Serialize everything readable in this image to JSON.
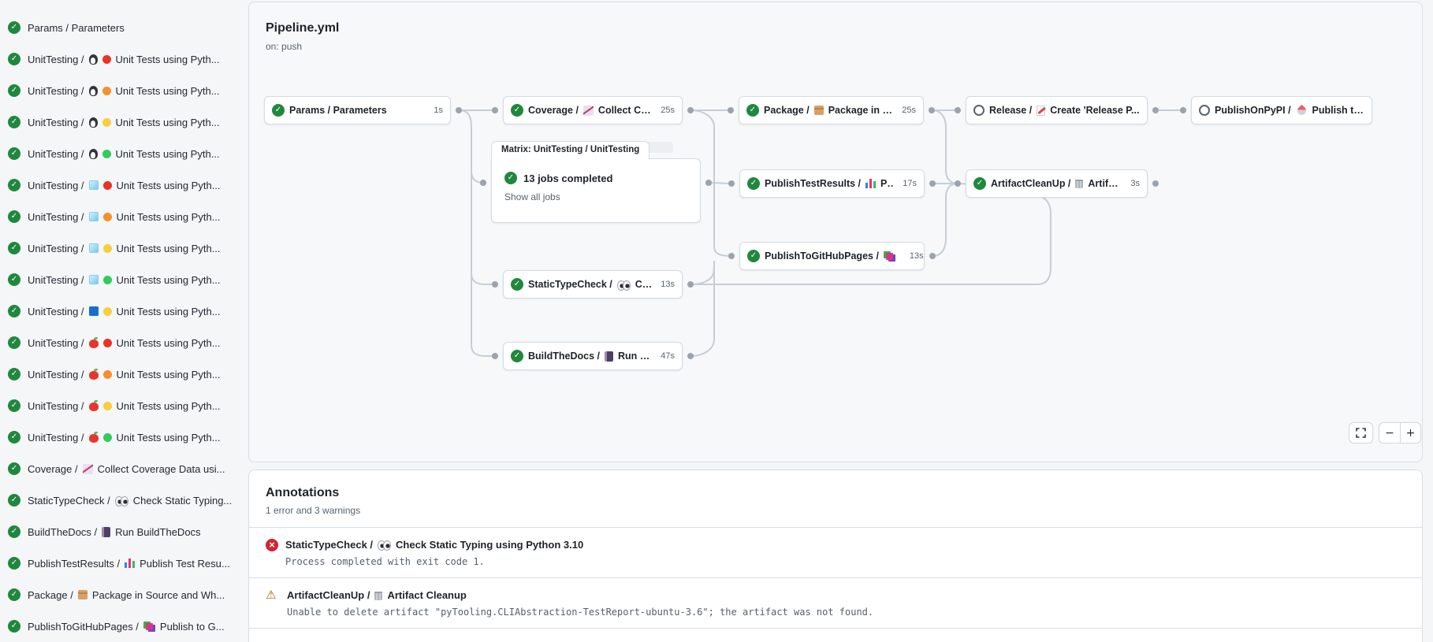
{
  "colors": {
    "success_green": "#1f883d",
    "error_red": "#d1242f",
    "warning_yellow": "#9a6700",
    "edge_gray": "#c8cdd4",
    "panel_bg": "#f6f8fa"
  },
  "sidebar": {
    "items": [
      {
        "status": "success",
        "prefix": "Params / Parameters",
        "icon": null,
        "dot_color": null,
        "label": null
      },
      {
        "status": "success",
        "prefix": "UnitTesting /",
        "icon": "penguin",
        "dot_color": "#ea3323",
        "label": "Unit Tests using Pyth..."
      },
      {
        "status": "success",
        "prefix": "UnitTesting /",
        "icon": "penguin",
        "dot_color": "#f6902a",
        "label": "Unit Tests using Pyth..."
      },
      {
        "status": "success",
        "prefix": "UnitTesting /",
        "icon": "penguin",
        "dot_color": "#f7ce3c",
        "label": "Unit Tests using Pyth..."
      },
      {
        "status": "success",
        "prefix": "UnitTesting /",
        "icon": "penguin",
        "dot_color": "#31cc5b",
        "label": "Unit Tests using Pyth..."
      },
      {
        "status": "success",
        "prefix": "UnitTesting /",
        "icon": "ice-cube",
        "dot_color": "#ea3323",
        "label": "Unit Tests using Pyth..."
      },
      {
        "status": "success",
        "prefix": "UnitTesting /",
        "icon": "ice-cube",
        "dot_color": "#f6902a",
        "label": "Unit Tests using Pyth..."
      },
      {
        "status": "success",
        "prefix": "UnitTesting /",
        "icon": "ice-cube",
        "dot_color": "#f7ce3c",
        "label": "Unit Tests using Pyth..."
      },
      {
        "status": "success",
        "prefix": "UnitTesting /",
        "icon": "ice-cube",
        "dot_color": "#31cc5b",
        "label": "Unit Tests using Pyth..."
      },
      {
        "status": "success",
        "prefix": "UnitTesting /",
        "icon": "blue-square",
        "dot_color": "#f7ce3c",
        "label": "Unit Tests using Pyth..."
      },
      {
        "status": "success",
        "prefix": "UnitTesting /",
        "icon": "red-apple",
        "dot_color": "#ea3323",
        "label": "Unit Tests using Pyth..."
      },
      {
        "status": "success",
        "prefix": "UnitTesting /",
        "icon": "red-apple",
        "dot_color": "#f6902a",
        "label": "Unit Tests using Pyth..."
      },
      {
        "status": "success",
        "prefix": "UnitTesting /",
        "icon": "red-apple",
        "dot_color": "#f7ce3c",
        "label": "Unit Tests using Pyth..."
      },
      {
        "status": "success",
        "prefix": "UnitTesting /",
        "icon": "red-apple",
        "dot_color": "#31cc5b",
        "label": "Unit Tests using Pyth..."
      },
      {
        "status": "success",
        "prefix": "Coverage /",
        "icon": "chart-increasing",
        "dot_color": null,
        "label": "Collect Coverage Data usi..."
      },
      {
        "status": "success",
        "prefix": "StaticTypeCheck /",
        "icon": "eyes",
        "dot_color": null,
        "label": "Check Static Typing..."
      },
      {
        "status": "success",
        "prefix": "BuildTheDocs /",
        "icon": "notebook",
        "dot_color": null,
        "label": "Run BuildTheDocs"
      },
      {
        "status": "success",
        "prefix": "PublishTestResults /",
        "icon": "bar-chart",
        "dot_color": null,
        "label": "Publish Test Resu..."
      },
      {
        "status": "success",
        "prefix": "Package /",
        "icon": "package",
        "dot_color": null,
        "label": "Package in Source and Wh..."
      },
      {
        "status": "success",
        "prefix": "PublishToGitHubPages /",
        "icon": "layers",
        "dot_color": null,
        "label": "Publish to G..."
      }
    ]
  },
  "pipeline": {
    "title": "Pipeline.yml",
    "trigger": "on: push",
    "matrix": {
      "tab": "Matrix: UnitTesting / UnitTesting",
      "summary": "13 jobs completed",
      "link": "Show all jobs"
    },
    "nodes": {
      "params": {
        "status": "success",
        "name": "Params / Parameters",
        "icon": null,
        "title": "",
        "duration": "1s"
      },
      "coverage": {
        "status": "success",
        "name": "Coverage /",
        "icon": "chart-increasing",
        "title": "Collect Cove...",
        "duration": "25s"
      },
      "package": {
        "status": "success",
        "name": "Package /",
        "icon": "package",
        "title": "Package in So...",
        "duration": "25s"
      },
      "release": {
        "status": "skipped",
        "name": "Release /",
        "icon": "memo",
        "title": "Create 'Release P...",
        "duration": ""
      },
      "publishOnPyPI": {
        "status": "skipped",
        "name": "PublishOnPyPI /",
        "icon": "rocket",
        "title": "Publish to ...",
        "duration": ""
      },
      "publishTestResults": {
        "status": "success",
        "name": "PublishTestResults /",
        "icon": "bar-chart",
        "title": "Pu...",
        "duration": "17s"
      },
      "artifactCleanUp": {
        "status": "success",
        "name": "ArtifactCleanUp /",
        "icon": "wastebasket",
        "title": "Artifac...",
        "duration": "3s"
      },
      "publishToGitHubPages": {
        "status": "success",
        "name": "PublishToGitHubPages /",
        "icon": "layers",
        "title": "...",
        "duration": "13s"
      },
      "staticTypeCheck": {
        "status": "success",
        "name": "StaticTypeCheck /",
        "icon": "eyes",
        "title": "Chec...",
        "duration": "13s"
      },
      "buildTheDocs": {
        "status": "success",
        "name": "BuildTheDocs /",
        "icon": "notebook",
        "title": "Run Buil...",
        "duration": "47s"
      }
    },
    "controls": {
      "zoom_out": "−",
      "zoom_in": "+"
    }
  },
  "annotations": {
    "title": "Annotations",
    "summary": "1 error and 3 warnings",
    "items": [
      {
        "severity": "error",
        "job": "StaticTypeCheck /",
        "icon": "eyes",
        "job_title": "Check Static Typing using Python 3.10",
        "message": "Process completed with exit code 1."
      },
      {
        "severity": "warning",
        "job": "ArtifactCleanUp /",
        "icon": "wastebasket",
        "job_title": "Artifact Cleanup",
        "message": "Unable to delete artifact \"pyTooling.CLIAbstraction-TestReport-ubuntu-3.6\"; the artifact was not found."
      }
    ]
  }
}
